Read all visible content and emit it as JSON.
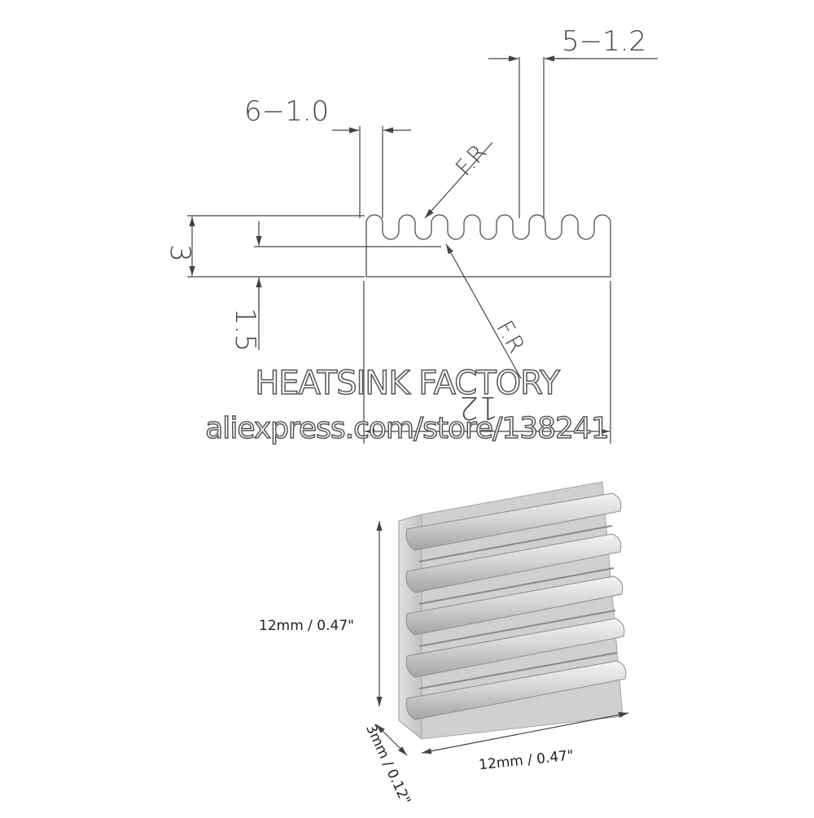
{
  "drawing": {
    "fin_spacing_label": "6−1.0",
    "fin_width_label": "5−1.2",
    "fillet_radius_label_top": "F.R",
    "fillet_radius_label_bottom": "F.R",
    "height_label": "3",
    "base_label": "1.5",
    "width_label": "12"
  },
  "watermark": {
    "title": "HEATSINK FACTORY",
    "url": "aliexpress.com/store/138241"
  },
  "photo": {
    "height_label": "12mm / 0.47\"",
    "width_label": "12mm / 0.47\"",
    "depth_label": "3mm / 0.12\""
  },
  "colors": {
    "line": "#444444",
    "aluminium": "#dcdcdc",
    "aluminium_shadow": "#9a9a9a"
  }
}
